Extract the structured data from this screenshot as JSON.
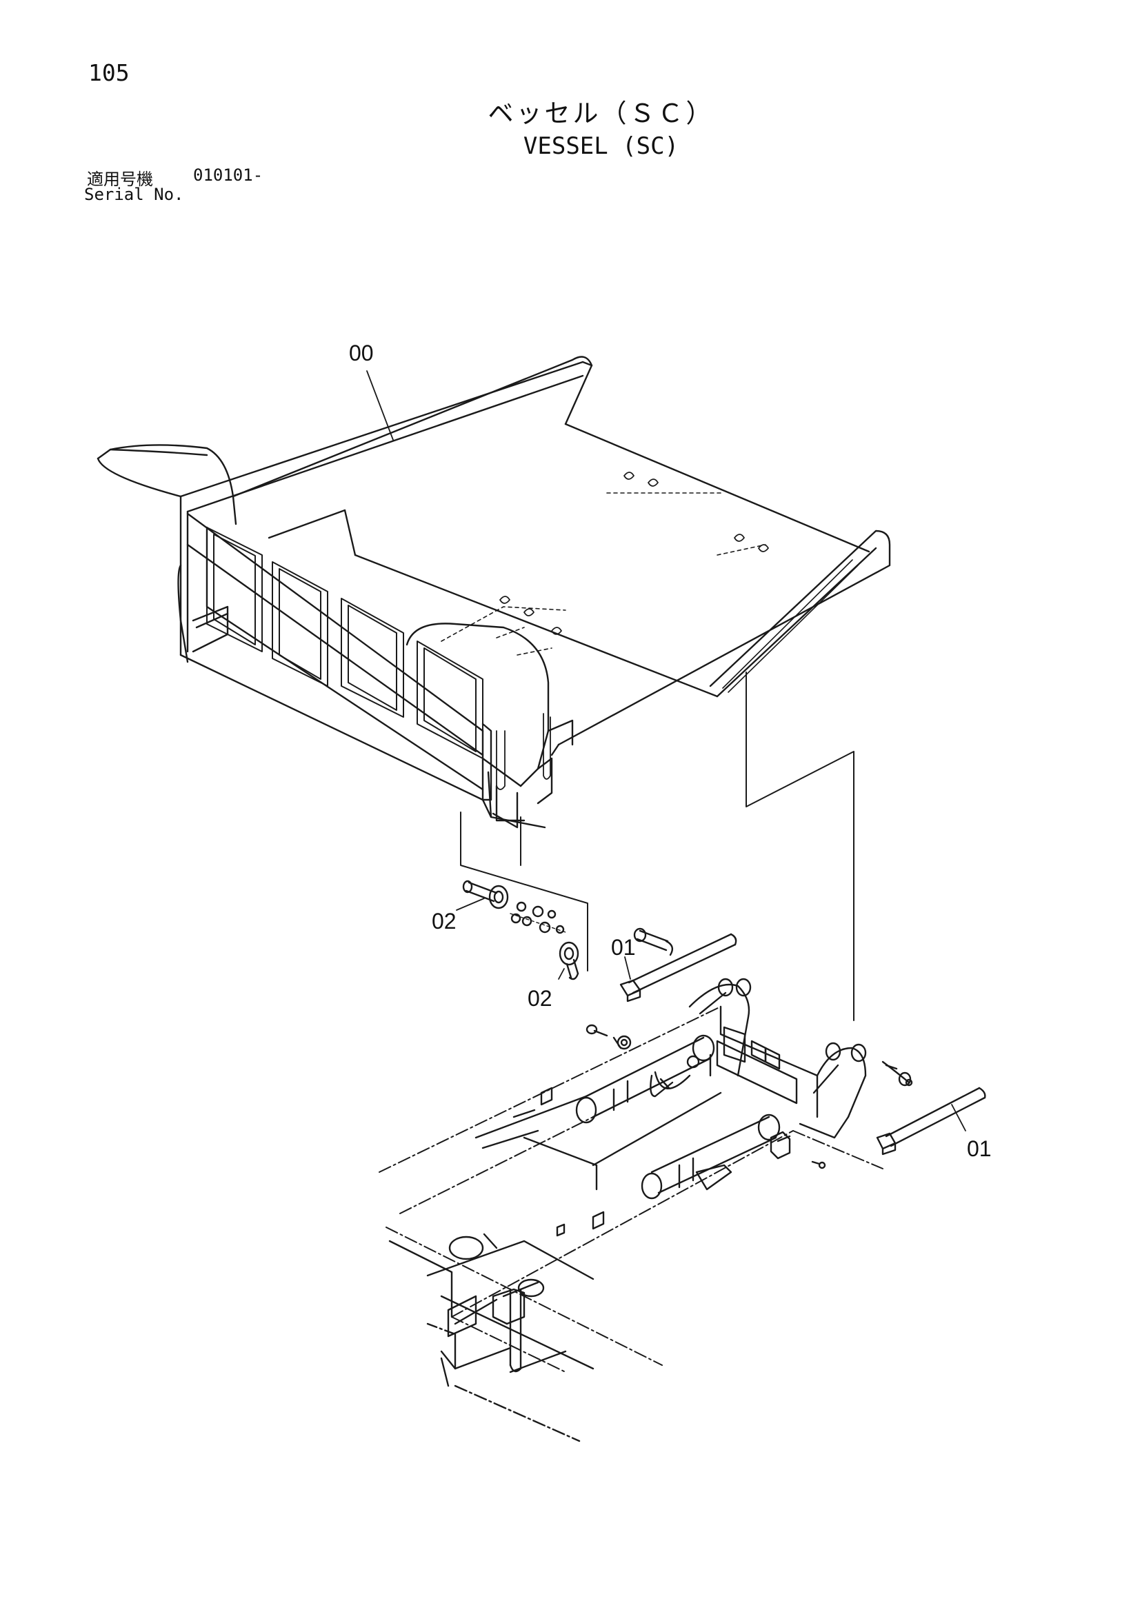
{
  "header": {
    "page_number": "105",
    "title_jp": "ベッセル（ＳＣ）",
    "title_en": "VESSEL (SC)",
    "serial_label_jp": "適用号機",
    "serial_value": "010101-",
    "serial_label_en": "Serial No."
  },
  "callouts": [
    {
      "id": "c00",
      "label": "00"
    },
    {
      "id": "c02a",
      "label": "02"
    },
    {
      "id": "c02b",
      "label": "02"
    },
    {
      "id": "c01a",
      "label": "01"
    },
    {
      "id": "c01b",
      "label": "01"
    }
  ]
}
